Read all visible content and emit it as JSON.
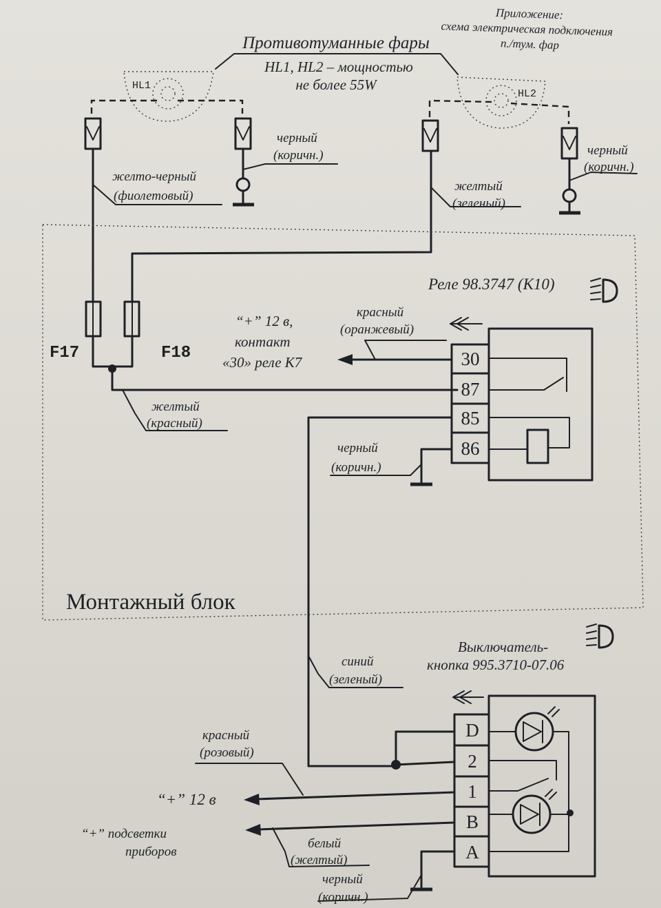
{
  "appendix": {
    "line1": "Приложение:",
    "line2": "схема электрическая подключения",
    "line3": "п./тум. фар"
  },
  "title": "Противотуманные фары",
  "power_note": {
    "line1": "HL1, HL2 – мощностью",
    "line2": "не более 55W"
  },
  "lamps": {
    "left": "HL1",
    "right": "HL2"
  },
  "wires": {
    "hl1_ground": {
      "line1": "черный",
      "line2": "(коричн.)"
    },
    "hl2_ground": {
      "line1": "черный",
      "line2": "(коричн.)"
    },
    "hl1_feed": {
      "line1": "желто-черный",
      "line2": "(фиолетовый)"
    },
    "hl2_feed": {
      "line1": "желтый",
      "line2": "(зеленый)"
    },
    "relay_30": {
      "line1": "красный",
      "line2": "(оранжевый)"
    },
    "fuse_common": {
      "line1": "желтый",
      "line2": "(красный)"
    },
    "relay_86": {
      "line1": "черный",
      "line2": "(коричн.)"
    },
    "switch_feed": {
      "line1": "синий",
      "line2": "(зеленый)"
    },
    "switch_1": {
      "line1": "красный",
      "line2": "(розовый)"
    },
    "switch_b": {
      "line1": "белый",
      "line2": "(желтый)"
    },
    "switch_a": {
      "line1": "черный",
      "line2": "(коричн.)"
    }
  },
  "fuses": {
    "f17": "F17",
    "f18": "F18"
  },
  "relay": {
    "title": "Реле 98.3747 (К10)",
    "pins": [
      "30",
      "87",
      "85",
      "86"
    ]
  },
  "plus_contact": {
    "line1": "“+” 12 в,",
    "line2": "контакт",
    "line3": "«30» реле К7"
  },
  "mounting_block": "Монтажный блок",
  "switch": {
    "title_line1": "Выключатель-",
    "title_line2": "кнопка 995.3710-07.06",
    "pins": [
      "D",
      "2",
      "1",
      "B",
      "A"
    ]
  },
  "outputs": {
    "plus12": "“+” 12 в",
    "backlight_line1": "“+” подсветки",
    "backlight_line2": "приборов"
  }
}
